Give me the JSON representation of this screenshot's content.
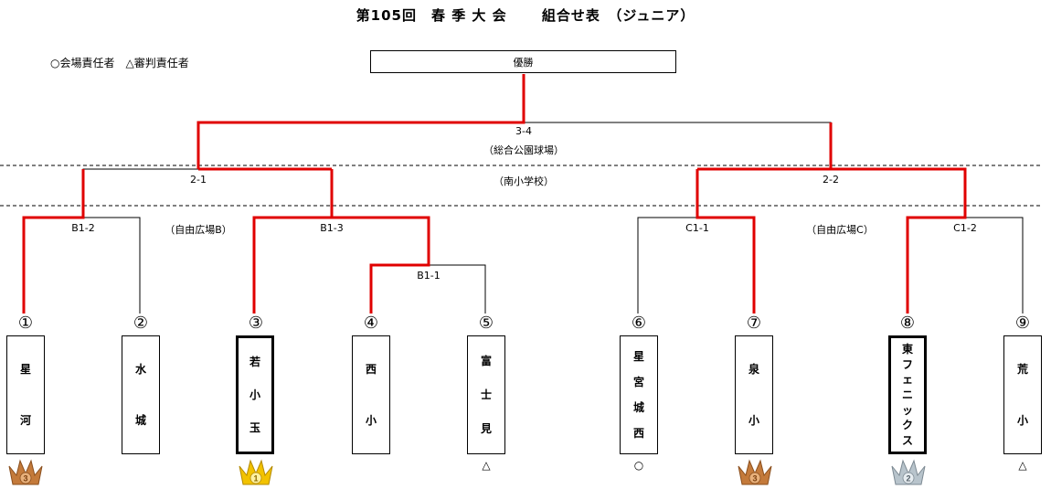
{
  "title": "第105回　春 季 大 会　　 組合せ表　（ジュニア）",
  "legend": "○会場責任者　△審判責任者",
  "champion_label": "優勝",
  "matches": {
    "final_code": "3-4",
    "final_venue": "（総合公園球場）",
    "semi_left": "2-1",
    "semi_venue": "（南小学校）",
    "semi_right": "2-2",
    "b12": "B1-2",
    "venue_b": "（自由広場B）",
    "b13": "B1-3",
    "b11": "B1-1",
    "c11": "C1-1",
    "venue_c": "（自由広場C）",
    "c12": "C1-2"
  },
  "teams": [
    {
      "num": "①",
      "chars": [
        "星",
        "河"
      ]
    },
    {
      "num": "②",
      "chars": [
        "水",
        "城"
      ]
    },
    {
      "num": "③",
      "chars": [
        "若",
        "小",
        "玉"
      ]
    },
    {
      "num": "④",
      "chars": [
        "西",
        "小"
      ]
    },
    {
      "num": "⑤",
      "chars": [
        "富",
        "士",
        "見"
      ],
      "mark": "△"
    },
    {
      "num": "⑥",
      "chars": [
        "星",
        "宮",
        "城",
        "西"
      ],
      "mark": "○"
    },
    {
      "num": "⑦",
      "chars": [
        "泉",
        "小"
      ]
    },
    {
      "num": "⑧",
      "chars": [
        "東",
        "フ",
        "ェ",
        "ニ",
        "ッ",
        "ク",
        "ス"
      ]
    },
    {
      "num": "⑨",
      "chars": [
        "荒",
        "小"
      ],
      "mark": "△"
    }
  ],
  "crowns": [
    {
      "team": "①",
      "rank": "3",
      "color": "#c47a3a"
    },
    {
      "team": "③",
      "rank": "1",
      "color": "#f2c200"
    },
    {
      "team": "⑦",
      "rank": "3",
      "color": "#c47a3a"
    },
    {
      "team": "⑧",
      "rank": "2",
      "color": "#b8c4cc"
    }
  ],
  "colors": {
    "winner_line": "#e00000",
    "line": "#000000"
  }
}
